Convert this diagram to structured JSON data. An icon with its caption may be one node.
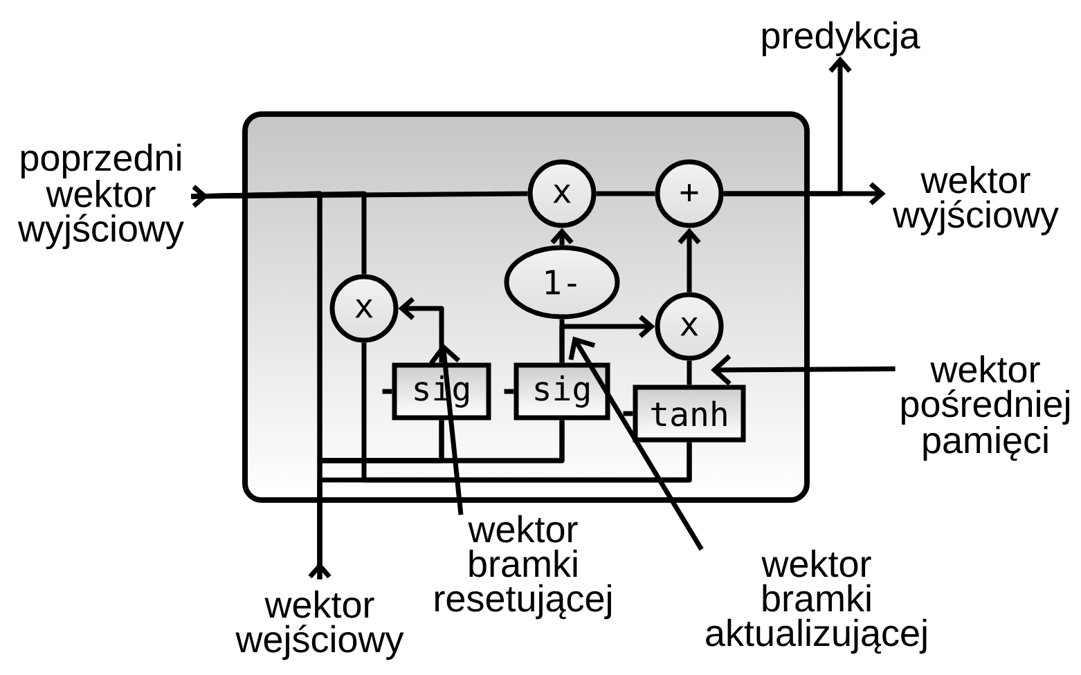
{
  "diagram": {
    "nodes": [
      {
        "text": [],
        "shape": "box"
      },
      {
        "text": [
          "poprzedni wektor wyjściowy"
        ]
      },
      {
        "text": [
          "x"
        ],
        "in": 0
      },
      {
        "text": [
          "+"
        ],
        "in": 0
      },
      {
        "text": [
          "x"
        ],
        "in": 0
      },
      {
        "text": [
          "1-"
        ],
        "in": 0
      },
      {
        "text": [
          "x"
        ],
        "in": 0
      },
      {
        "text": [
          "sig"
        ],
        "in": 0
      },
      {
        "text": [
          "sig"
        ],
        "in": 0
      },
      {
        "text": [
          "tanh"
        ],
        "in": 0
      },
      {
        "text": [
          "predykcja"
        ]
      },
      {
        "text": [
          "wektor wyjściowy"
        ]
      },
      {
        "text": [
          "wektor pośredniej pamięci"
        ]
      },
      {
        "text": [
          "wektor bramki resetującej"
        ]
      },
      {
        "text": [
          "wektor bramki aktualizującej"
        ]
      },
      {
        "text": [
          "wektor wejściowy"
        ]
      }
    ],
    "edges": [
      {
        "from": 1,
        "to": 2,
        "arrow": "other"
      },
      {
        "from": 2,
        "to": 3,
        "arrow": "none"
      },
      {
        "from": 3,
        "to": 11,
        "arrow": "to"
      },
      {
        "from": 3,
        "to": 10,
        "arrow": "to"
      },
      {
        "from": 5,
        "to": 2,
        "arrow": "to"
      },
      {
        "from": 6,
        "to": 3,
        "arrow": "to"
      },
      {
        "from": 9,
        "to": 6,
        "arrow": "none"
      },
      {
        "from": 8,
        "to": 5,
        "arrow": "none"
      },
      {
        "from": 8,
        "to": 6,
        "arrow": "to"
      },
      {
        "from": 7,
        "to": 4,
        "arrow": "to"
      },
      {
        "from": 1,
        "to": 4,
        "arrow": "none"
      },
      {
        "from": 4,
        "to": 9,
        "arrow": "none"
      },
      {
        "from": 1,
        "to": 7,
        "arrow": "none"
      },
      {
        "from": 1,
        "to": 8,
        "arrow": "none"
      },
      {
        "from": 15,
        "to": 7,
        "arrow": "other"
      },
      {
        "from": 15,
        "to": 8,
        "arrow": "none"
      },
      {
        "from": 15,
        "to": 9,
        "arrow": "none"
      },
      {
        "from": 13,
        "to": 7,
        "arrow": "to"
      },
      {
        "from": 14,
        "to": 8,
        "arrow": "to"
      },
      {
        "from": 12,
        "to": 6,
        "arrow": "to"
      }
    ]
  }
}
